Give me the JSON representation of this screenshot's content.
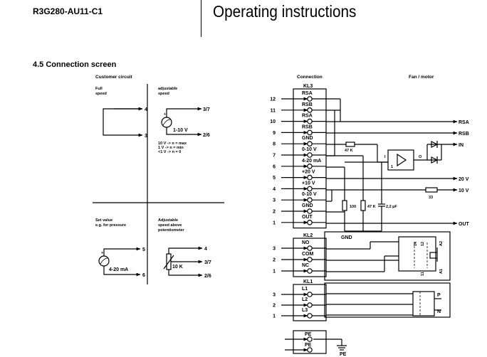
{
  "header": {
    "model": "R3G280-AU11-C1",
    "title": "Operating instructions"
  },
  "section_title": "4.5 Connection screen",
  "columns": {
    "customer": "Customer circuit",
    "connection": "Connection",
    "fan": "Fan / motor"
  },
  "customer": {
    "full_label_1": "Full",
    "full_label_2": "speed",
    "full_pins": [
      "4",
      "3"
    ],
    "adj_label_1": "adjustable",
    "adj_label_2": "speed",
    "adj_range": "1-10 V",
    "adj_pins": [
      "3/7",
      "2/6"
    ],
    "notes": [
      "10 V -> n = max",
      "1 V -> n = min",
      "<1 V -> n = 0"
    ],
    "setvalue_1": "Set value",
    "setvalue_2": "e.g. for pressure",
    "ma_range": "4-20 mA",
    "ma_pins": [
      "5",
      "6"
    ],
    "pot_label_1": "Adjustable",
    "pot_label_2": "speed above",
    "pot_label_3": "potentiometer",
    "pot_value": "10 K",
    "pot_pins": [
      "4",
      "3/7",
      "2/6"
    ]
  },
  "kl3": {
    "name": "KL3",
    "terminals": [
      {
        "num": "12",
        "label": "RSA"
      },
      {
        "num": "11",
        "label": "RSB"
      },
      {
        "num": "10",
        "label": "RSA"
      },
      {
        "num": "9",
        "label": "RSB"
      },
      {
        "num": "8",
        "label": "GND"
      },
      {
        "num": "7",
        "label": "0-10 V"
      },
      {
        "num": "6",
        "label": "4-20 mA"
      },
      {
        "num": "5",
        "label": "+20 V"
      },
      {
        "num": "4",
        "label": "+10 V"
      },
      {
        "num": "3",
        "label": "0-10 V"
      },
      {
        "num": "2",
        "label": "GND"
      },
      {
        "num": "1",
        "label": "OUT"
      }
    ]
  },
  "kl2": {
    "name": "KL2",
    "terminals": [
      {
        "num": "3",
        "label": "NO"
      },
      {
        "num": "2",
        "label": "COM"
      },
      {
        "num": "1",
        "label": "NC"
      }
    ]
  },
  "kl1": {
    "name": "KL1",
    "terminals": [
      {
        "num": "3",
        "label": "L1"
      },
      {
        "num": "2",
        "label": "L2"
      },
      {
        "num": "1",
        "label": "L3"
      }
    ]
  },
  "pe": {
    "labels": [
      "PE",
      "PE"
    ],
    "ground": "PE"
  },
  "fan": {
    "outputs": [
      "RSA",
      "RSB",
      "IN",
      "20 V",
      "10 V",
      "OUT"
    ],
    "res_47k_top": "47 K",
    "res_100": "100",
    "res_47k": "47 K",
    "cap": "2,2 µF",
    "res_33": "33",
    "gnd": "GND",
    "amp_in": "I",
    "amp_out": "O",
    "amp_num": "1",
    "relay_pins": [
      "14",
      "12",
      "11",
      "A2",
      "A1"
    ],
    "power": [
      "P",
      "N"
    ]
  }
}
